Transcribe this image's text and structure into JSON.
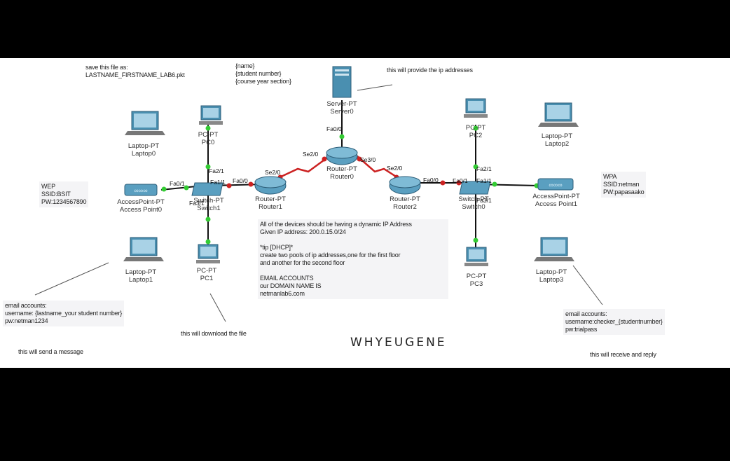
{
  "notes": {
    "save_file": "save this file as:\nLASTNAME_FIRSTNAME_LAB6.pkt",
    "student_info": "{name}\n{student number}\n{course year section}",
    "server_note": "this will provide the ip addresses",
    "wep": "WEP\nSSID:BSIT\nPW:1234567890",
    "wpa": "WPA\nSSID:netman\nPW:papasaako",
    "instructions": "All of the devices should be having a dynamic IP Address\nGiven IP address: 200.0.15.0/24\n\n*tip [DHCP]*\ncreate two pools of ip addresses,one for the first floor\nand another for the second floor\n\nEMAIL ACCOUNTS\nour DOMAIN NAME IS\nnetmanlab6.com",
    "email_left": "email accounts:\nusername: {lastname_your student number}\npw:netman1234",
    "email_right": "email accounts:\nusername:checker_{studentnumber}\npw:trialpass",
    "send": "this will send a message",
    "download": "this will download the file",
    "receive": "this will receive and reply",
    "watermark": "WHYEUGENE"
  },
  "devices": {
    "server0": "Server-PT\nServer0",
    "router0": "Router-PT\nRouter0",
    "router1": "Router-PT\nRouter1",
    "router2": "Router-PT\nRouter2",
    "switch1": "Switch-PT\nSwitch1",
    "switch0": "Switch-PT\nSwitch0",
    "pc0": "PC-PT\nPC0",
    "pc1": "PC-PT\nPC1",
    "pc2": "PC-PT\nPC2",
    "pc3": "PC-PT\nPC3",
    "laptop0": "Laptop-PT\nLaptop0",
    "laptop1": "Laptop-PT\nLaptop1",
    "laptop2": "Laptop-PT\nLaptop2",
    "laptop3": "Laptop-PT\nLaptop3",
    "ap0": "AccessPoint-PT\nAccess Point0",
    "ap1": "AccessPoint-PT\nAccess Point1"
  },
  "ports": {
    "srv_fa00": "Fa0/0",
    "r0_se20": "Se2/0",
    "r0_se30": "Se3/0",
    "r1_se20": "Se2/0",
    "r1_fa00": "Fa0/0",
    "r2_se20": "Se2/0",
    "r2_fa00": "Fa0/0",
    "s1_fa21": "Fa2/1",
    "s1_fa11": "Fa1/1",
    "s1_fa01": "Fa0/1",
    "s1_fa31": "Fa3/1",
    "s0_fa21": "Fa2/1",
    "s0_fa01": "Fa0/1",
    "s0_fa11": "Fa1/1",
    "s0_fa31": "Fa3/1"
  },
  "colors": {
    "serial_link": "#cc2222",
    "ethernet_link": "#111111",
    "link_up": "#33cc33",
    "device": "#4a8fb0"
  }
}
